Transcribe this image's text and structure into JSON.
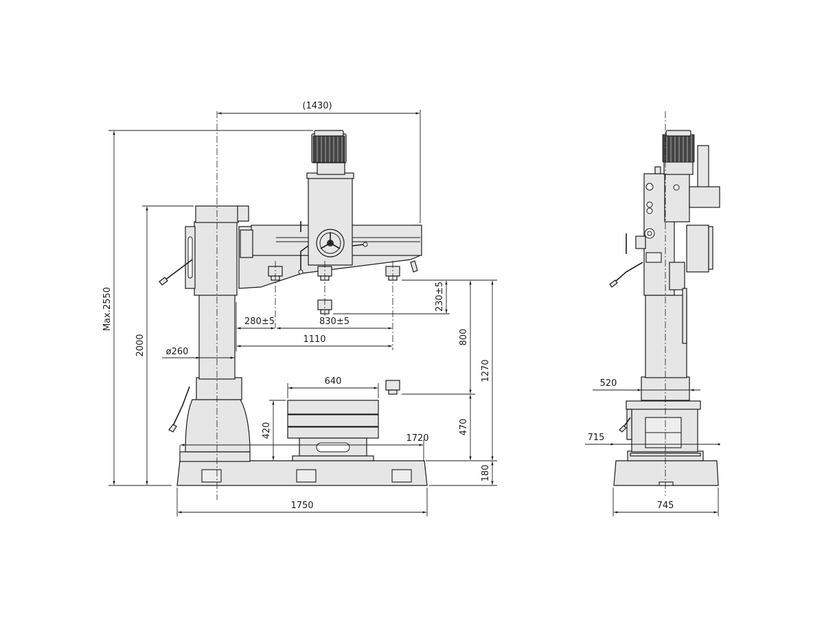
{
  "drawing": {
    "title": "Radial drilling machine – dimensional drawing",
    "views": [
      "front-view",
      "side-view"
    ]
  },
  "front_view": {
    "dimensions": {
      "arm_reach": "(1430)",
      "max_height": "Max.2550",
      "column_height": "2000",
      "column_diameter": "ø260",
      "min_spindle_reach": "280±5",
      "spindle_travel": "830±5",
      "max_spindle_reach": "1110",
      "arm_vertical_travel": "230±5",
      "spindle_to_table_max": "800",
      "table_size": "640",
      "table_height": "420",
      "base_working_length": "1720",
      "spindle_nose_to_base_min": "470",
      "spindle_nose_to_base_max": "1270",
      "base_height": "180",
      "base_length": "1750"
    }
  },
  "side_view": {
    "dimensions": {
      "column_sleeve_width": "520",
      "table_width": "715",
      "base_width": "745"
    }
  },
  "colors": {
    "line": "#1a1a1a",
    "fill": "#e6e6e6",
    "background": "#ffffff"
  }
}
